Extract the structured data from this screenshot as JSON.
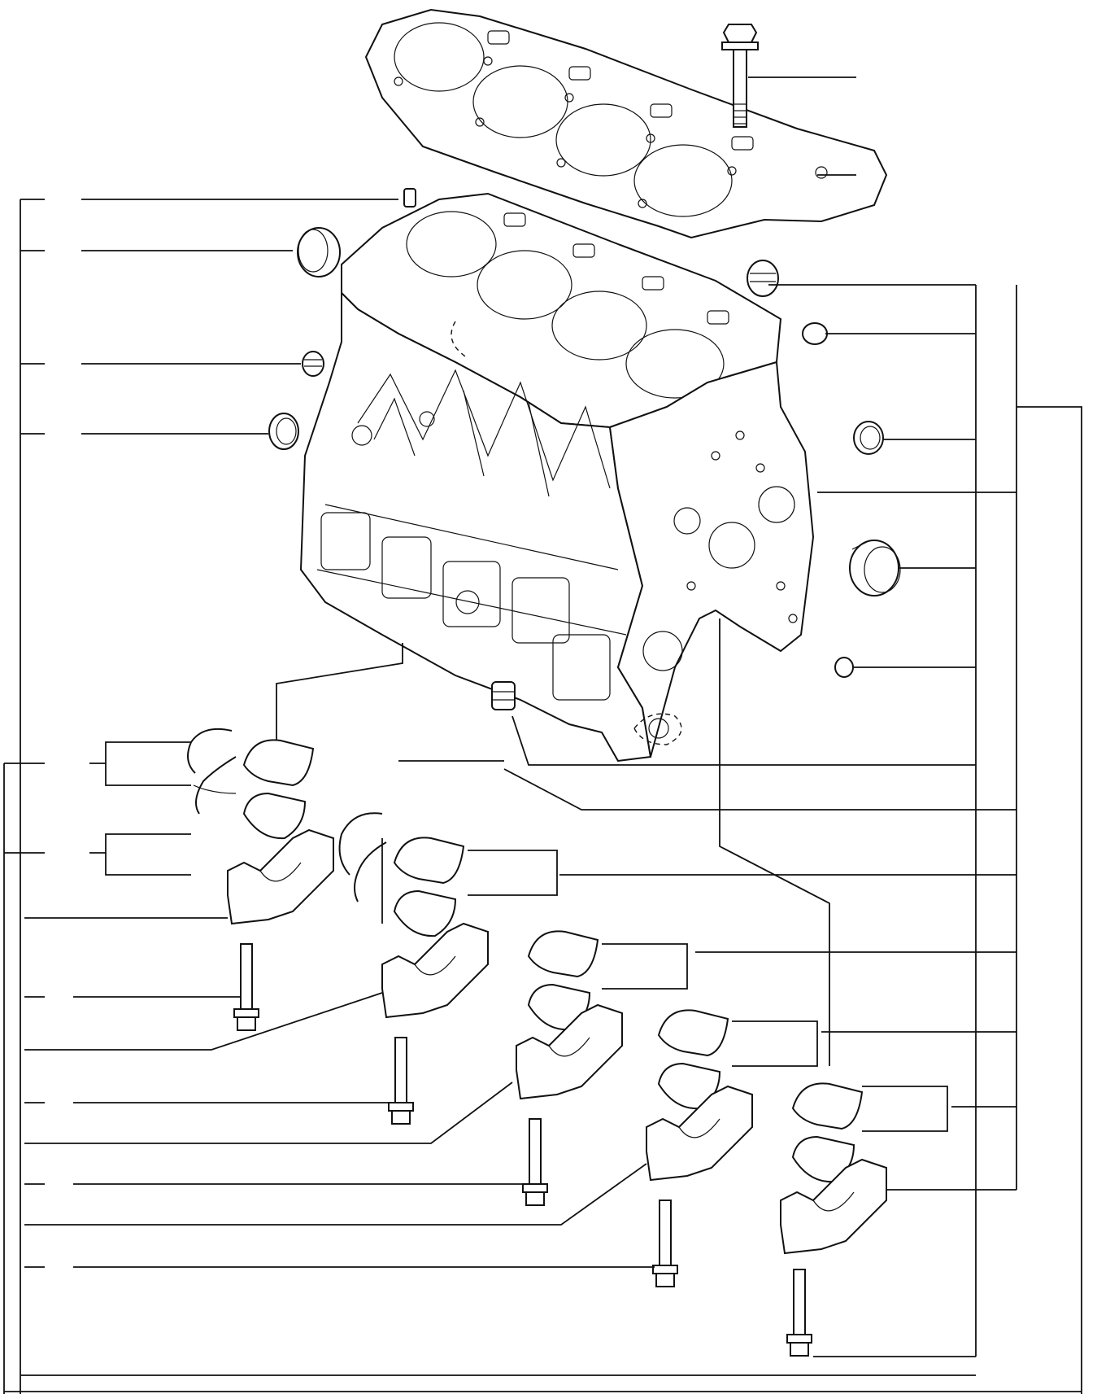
{
  "diagram": {
    "parts": [
      "cylinder-head-bolt",
      "head-gasket",
      "dowel-pin",
      "cup-plug-large",
      "plug-left",
      "seal-ring-left",
      "plug-top-right",
      "cup-plug-right",
      "seal-ring-right",
      "camshaft-bushing",
      "small-plug",
      "drain-plug",
      "thrust-washer-pair-1",
      "main-bearing-pair-1",
      "thrust-washer-pair-2",
      "main-bearing-pair-2",
      "main-bearing-pair-3",
      "main-bearing-pair-4",
      "main-bearing-pair-5",
      "bearing-cap",
      "bearing-cap-bolt"
    ]
  }
}
